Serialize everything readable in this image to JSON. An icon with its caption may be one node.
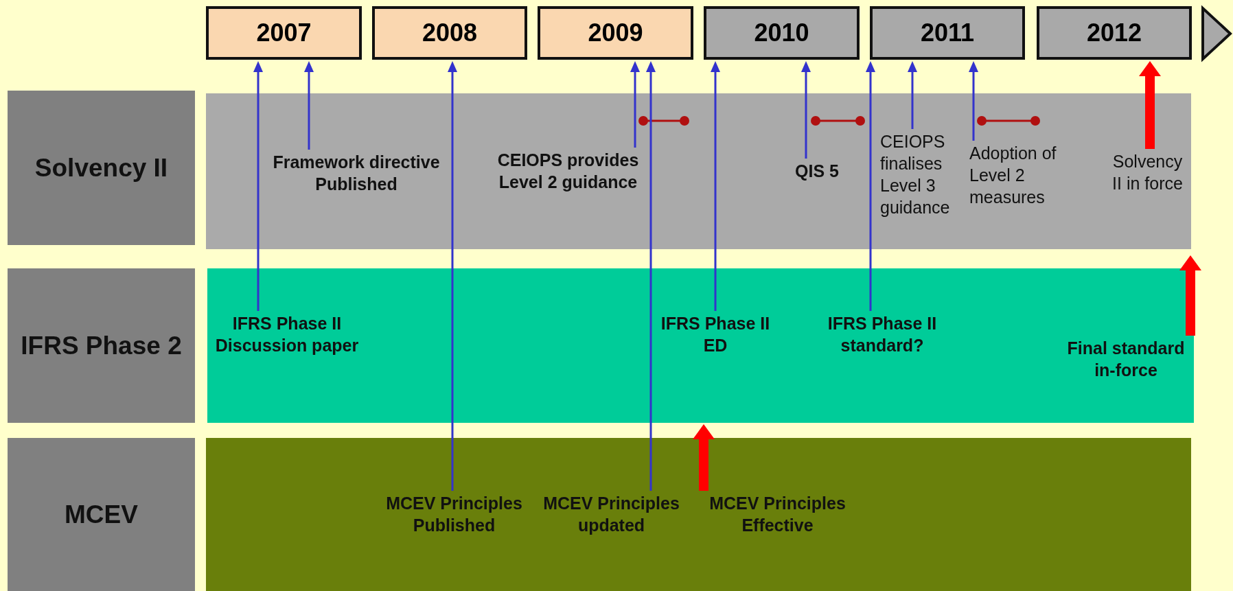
{
  "diagram": {
    "nodes": [
      {
        "text": [
          "2007"
        ]
      },
      {
        "text": [
          "2008"
        ]
      },
      {
        "text": [
          "2009"
        ]
      },
      {
        "text": [
          "2010"
        ]
      },
      {
        "text": [
          "2011"
        ]
      },
      {
        "text": [
          "2012"
        ]
      },
      {
        "text": [
          "Solvency II"
        ]
      },
      {
        "text": [
          "IFRS Phase 2"
        ]
      },
      {
        "text": [
          "MCEV"
        ]
      },
      {
        "text": [],
        "shape": "bar"
      },
      {
        "text": [],
        "shape": "bar"
      },
      {
        "text": [],
        "shape": "bar"
      },
      {
        "text": [
          "Framework directive Published"
        ],
        "in": 9
      },
      {
        "text": [
          "CEIOPS provides Level 2 guidance"
        ],
        "in": 9
      },
      {
        "text": [
          "QIS 5"
        ],
        "in": 9
      },
      {
        "text": [
          "CEIOPS finalises Level 3 guidance"
        ],
        "in": 9
      },
      {
        "text": [
          "Adoption of Level 2 measures"
        ],
        "in": 9
      },
      {
        "text": [
          "Solvency II in force"
        ],
        "in": 9
      },
      {
        "text": [
          "IFRS Phase II Discussion paper"
        ],
        "in": 10
      },
      {
        "text": [
          "IFRS Phase II ED"
        ],
        "in": 10
      },
      {
        "text": [
          "IFRS Phase II standard?"
        ],
        "in": 10
      },
      {
        "text": [
          "Final standard in-force"
        ],
        "in": 10
      },
      {
        "text": [
          "MCEV Principles Published"
        ],
        "in": 11
      },
      {
        "text": [
          "MCEV Principles updated"
        ],
        "in": 11
      },
      {
        "text": [
          "MCEV Principles Effective"
        ],
        "in": 11
      }
    ],
    "edges": [
      {
        "from": 18,
        "to": 0,
        "arrow": "to"
      },
      {
        "from": 12,
        "to": 0,
        "arrow": "to"
      },
      {
        "from": 22,
        "to": 1,
        "arrow": "to"
      },
      {
        "from": 13,
        "to": 2,
        "arrow": "to"
      },
      {
        "from": 23,
        "to": 2,
        "arrow": "to"
      },
      {
        "from": 19,
        "to": 3,
        "arrow": "to"
      },
      {
        "from": 14,
        "to": 3,
        "arrow": "to"
      },
      {
        "from": 20,
        "to": 4,
        "arrow": "to"
      },
      {
        "from": 15,
        "to": 4,
        "arrow": "to"
      },
      {
        "from": 16,
        "to": 4,
        "arrow": "to"
      },
      {
        "from": 17,
        "to": 5,
        "arrow": "to",
        "style": "thick",
        "color": "#ff0000"
      },
      {
        "from": 21,
        "to": null,
        "arrow": "to",
        "style": "thick",
        "color": "#ff0000"
      },
      {
        "from": 24,
        "to": 10,
        "arrow": "to",
        "style": "thick",
        "color": "#ff0000"
      }
    ]
  }
}
